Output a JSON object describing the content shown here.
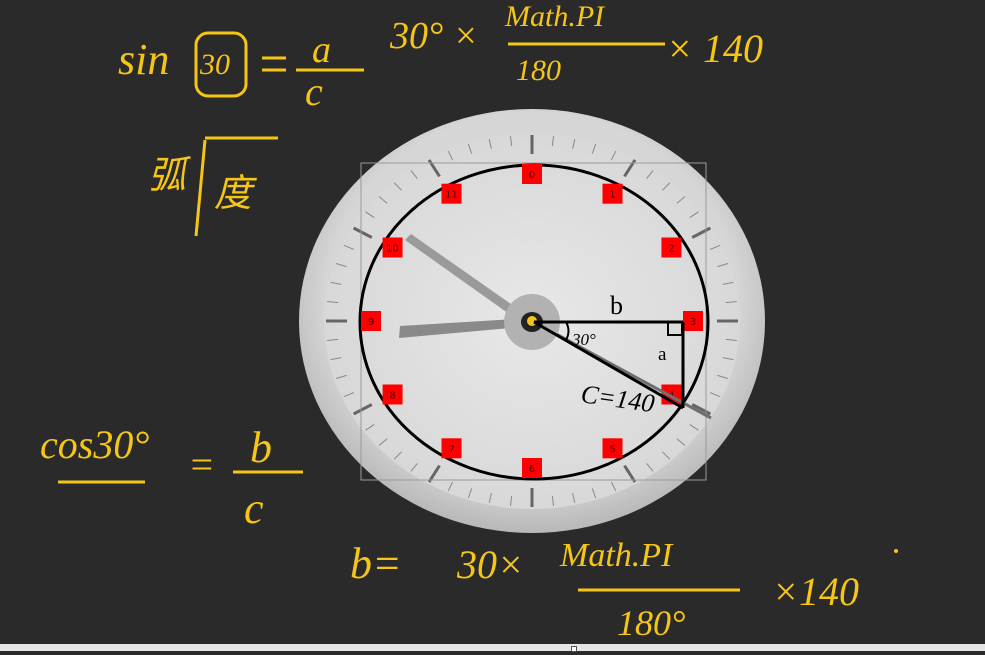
{
  "colors": {
    "background": "#2a2a2a",
    "ink": "#f5c518",
    "marker": "#ff0000",
    "circle": "#000000",
    "hand": "#8c8c8c"
  },
  "clock": {
    "hour_labels": [
      "0",
      "1",
      "2",
      "3",
      "4",
      "5",
      "6",
      "7",
      "8",
      "9",
      "10",
      "11"
    ]
  },
  "notes": {
    "sin_lhs": "sin",
    "sin_angle": "30",
    "sin_num": "a",
    "sin_den": "c",
    "angle_expr": "30° ×",
    "math_pi": "Math.PI",
    "math_den": "180",
    "math_times": "× 140",
    "radian_num": "弧",
    "radian_den": "度",
    "cos_lhs": "cos30°",
    "cos_eq": "=",
    "cos_num": "b",
    "cos_den": "c",
    "b_eq": "b=",
    "b_expr": "30×",
    "b_pi": "Math.PI",
    "b_den": "180°",
    "b_times": "×140",
    "label_b": "b",
    "label_angle": "30°",
    "label_a": "a",
    "label_c": "C=140"
  }
}
